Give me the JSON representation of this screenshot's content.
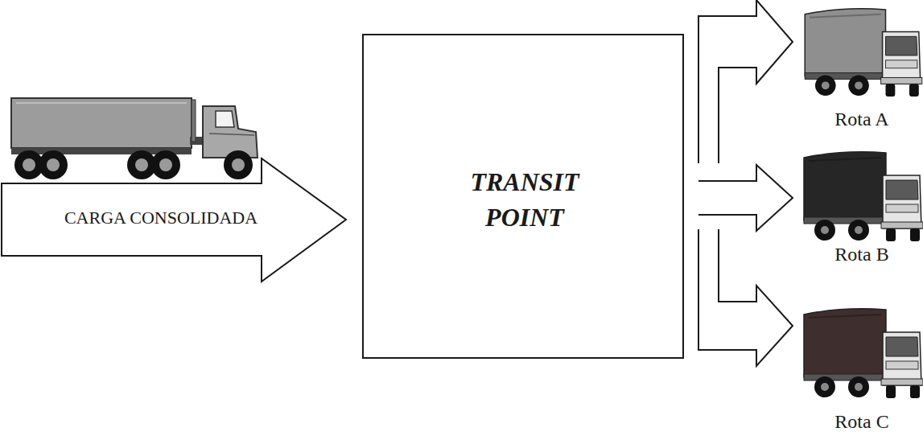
{
  "diagram": {
    "nodes": [
      {
        "text": [
          "CARGA CONSOLIDADA"
        ]
      },
      {
        "text": [
          "TRANSIT POINT"
        ]
      },
      {
        "text": [
          "Rota A"
        ]
      },
      {
        "text": [
          "Rota B"
        ]
      },
      {
        "text": [
          "Rota C"
        ]
      }
    ],
    "edges": [
      {
        "from": 1,
        "to": 2,
        "arrow": "to"
      },
      {
        "from": 1,
        "to": 3,
        "arrow": "to"
      },
      {
        "from": 1,
        "to": 4,
        "arrow": "to"
      }
    ]
  }
}
